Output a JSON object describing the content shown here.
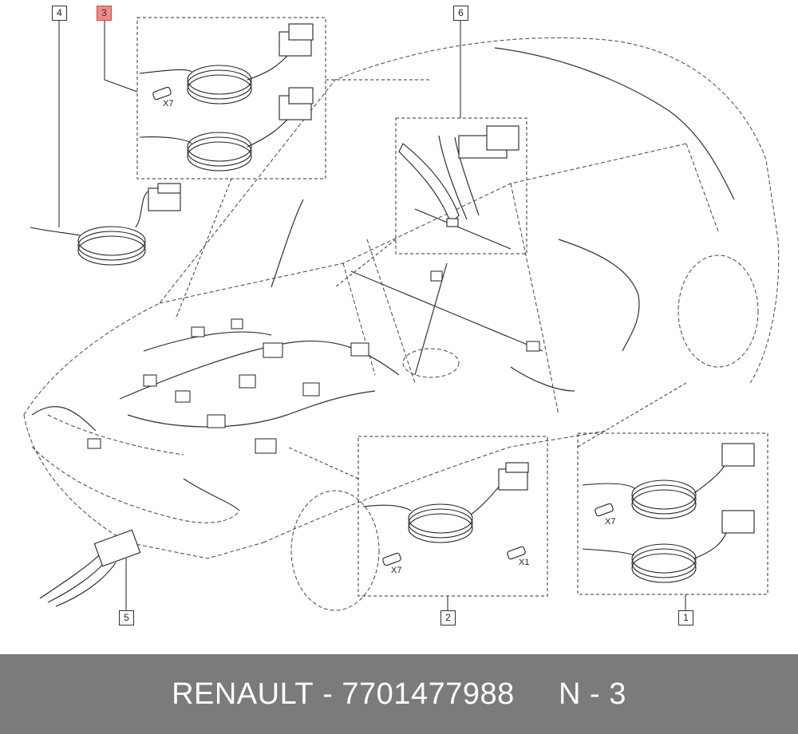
{
  "callouts": [
    {
      "id": "c1",
      "label": "1",
      "highlighted": false
    },
    {
      "id": "c2",
      "label": "2",
      "highlighted": false
    },
    {
      "id": "c3",
      "label": "3",
      "highlighted": true
    },
    {
      "id": "c4",
      "label": "4",
      "highlighted": false
    },
    {
      "id": "c5",
      "label": "5",
      "highlighted": false
    },
    {
      "id": "c6",
      "label": "6",
      "highlighted": false
    }
  ],
  "quantities": {
    "part3_x7": "X7",
    "part2_x7": "X7",
    "part2_x1": "X1",
    "part1_x7": "X7"
  },
  "footer": {
    "brand": "RENAULT",
    "separator": " - ",
    "part_number": "7701477988",
    "page": "N - 3"
  },
  "colors": {
    "footer_bg": "#7b7b7b",
    "footer_text": "#ffffff",
    "highlight": "#f08a8a",
    "line": "#333333"
  }
}
